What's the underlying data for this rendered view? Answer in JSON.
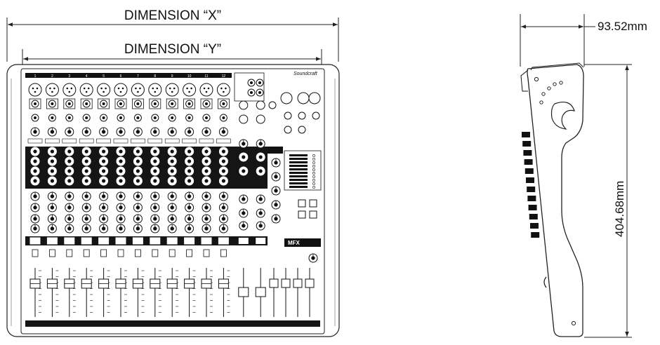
{
  "front_view": {
    "dimension_x_label": "DIMENSION “X”",
    "dimension_y_label": "DIMENSION “Y”",
    "brand": "Soundcraft",
    "effects_badge": "MFX",
    "channel_numbers": [
      "1",
      "2",
      "3",
      "4",
      "5",
      "6",
      "7",
      "8",
      "9",
      "10",
      "11",
      "12"
    ],
    "channel_count": 12,
    "stereo_channel_count": 2,
    "group_fader_count": 4
  },
  "side_view": {
    "depth_label": "93.52mm",
    "height_label": "404.68mm"
  }
}
